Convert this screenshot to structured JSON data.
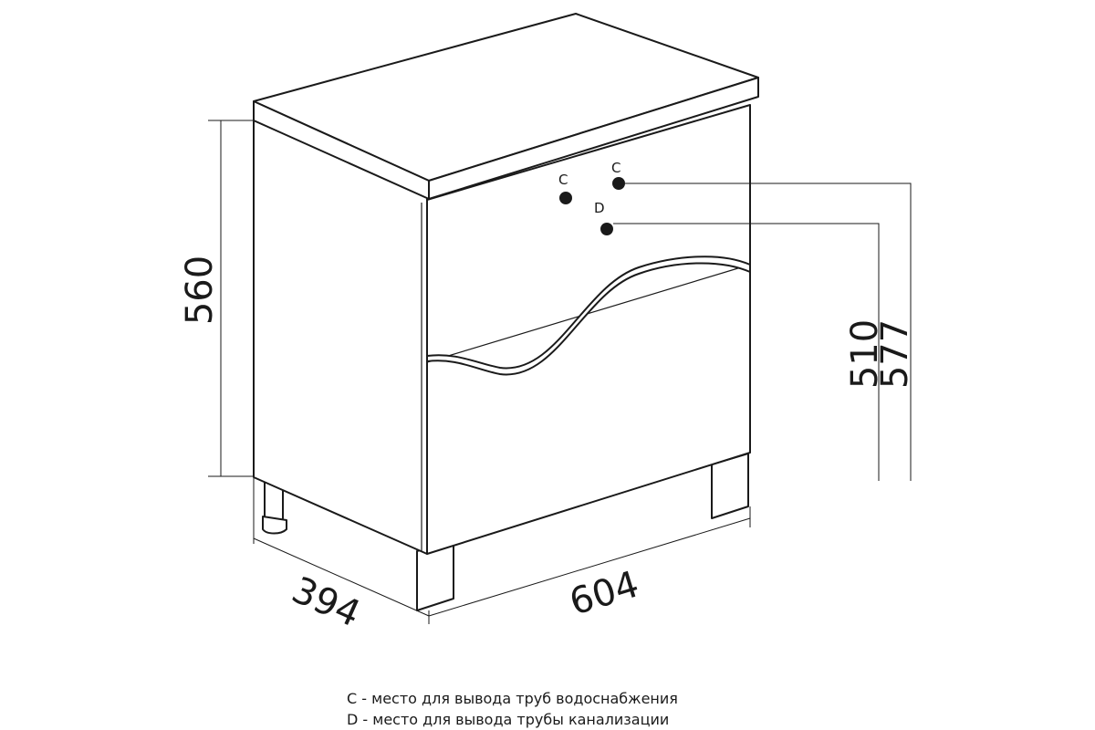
{
  "dimensions": {
    "height_body": "560",
    "height_supply": "510",
    "height_supply_top": "577",
    "depth": "394",
    "width": "604"
  },
  "markers": {
    "c_left": "C",
    "c_right": "C",
    "d": "D"
  },
  "legend": {
    "c": "C - место для вывода труб водоснабжения",
    "d": "D - место для вывода трубы канализации"
  },
  "colors": {
    "line": "#1a1a1a",
    "background": "#ffffff"
  }
}
